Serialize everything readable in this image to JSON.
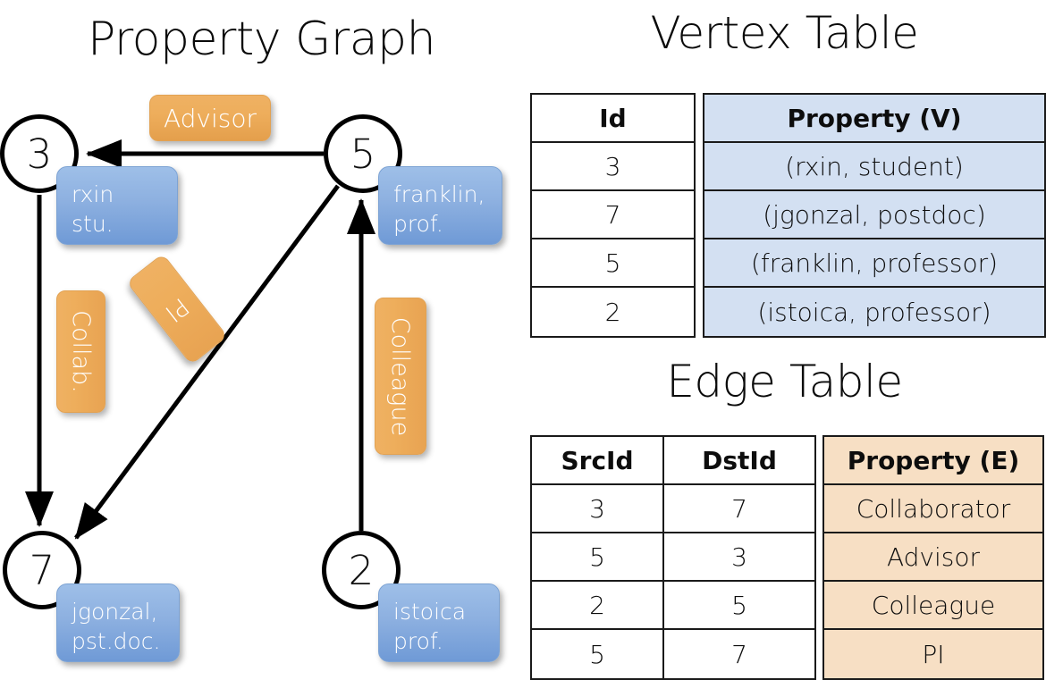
{
  "titles": {
    "property_graph": "Property Graph",
    "vertex_table": "Vertex Table",
    "edge_table": "Edge Table"
  },
  "graph": {
    "nodes": [
      {
        "id": "3",
        "name": "node-3",
        "property_lines": [
          "rxin",
          "stu."
        ]
      },
      {
        "id": "5",
        "name": "node-5",
        "property_lines": [
          "franklin,",
          "prof."
        ]
      },
      {
        "id": "7",
        "name": "node-7",
        "property_lines": [
          "jgonzal,",
          "pst.doc."
        ]
      },
      {
        "id": "2",
        "name": "node-2",
        "property_lines": [
          "istoica",
          "prof."
        ]
      }
    ],
    "node_labels": {
      "rxin_line1": "rxin",
      "rxin_line2": "stu.",
      "franklin_line1": "franklin,",
      "franklin_line2": "prof.",
      "jgonzal_line1": "jgonzal,",
      "jgonzal_line2": "pst.doc.",
      "istoica_line1": "istoica",
      "istoica_line2": "prof."
    },
    "edge_badges": {
      "advisor": "Advisor",
      "collab": "Collab.",
      "pi": "PI",
      "colleague": "Colleague"
    },
    "edges": [
      {
        "from": "5",
        "to": "3",
        "label": "Advisor"
      },
      {
        "from": "3",
        "to": "7",
        "label": "Collab."
      },
      {
        "from": "5",
        "to": "7",
        "label": "PI"
      },
      {
        "from": "2",
        "to": "5",
        "label": "Colleague"
      }
    ]
  },
  "vertex_table": {
    "headers": [
      "Id",
      "Property (V)"
    ],
    "rows": [
      {
        "id": "3",
        "property": "(rxin, student)"
      },
      {
        "id": "7",
        "property": "(jgonzal, postdoc)"
      },
      {
        "id": "5",
        "property": "(franklin, professor)"
      },
      {
        "id": "2",
        "property": "(istoica, professor)"
      }
    ]
  },
  "edge_table": {
    "headers": [
      "SrcId",
      "DstId",
      "Property (E)"
    ],
    "rows": [
      {
        "src": "3",
        "dst": "7",
        "property": "Collaborator"
      },
      {
        "src": "5",
        "dst": "3",
        "property": "Advisor"
      },
      {
        "src": "2",
        "dst": "5",
        "property": "Colleague"
      },
      {
        "src": "5",
        "dst": "7",
        "property": "PI"
      }
    ]
  },
  "colors": {
    "vertex_property_fill": "#d3e0f2",
    "edge_property_fill": "#f7dfc4",
    "node_box_blue": "#8db0e0",
    "edge_badge_orange": "#eeae5c",
    "border": "#1a1a1a"
  }
}
